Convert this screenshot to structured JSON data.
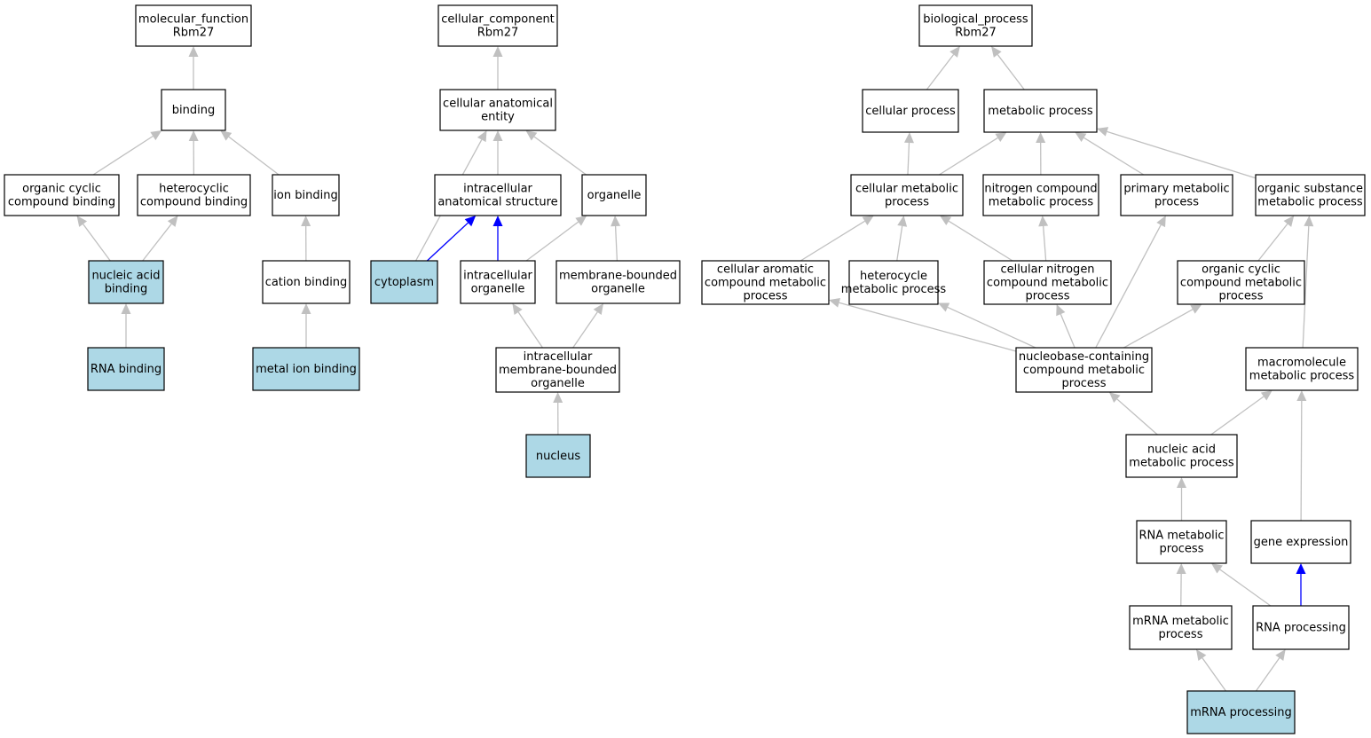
{
  "colors": {
    "highlight_fill": "#add8e6",
    "plain_fill": "#ffffff",
    "edge_gray": "#c0c0c0",
    "edge_blue": "#0000ff"
  },
  "nodes": [
    {
      "id": "mf",
      "lines": [
        "molecular_function",
        "Rbm27"
      ],
      "highlight": false
    },
    {
      "id": "binding",
      "lines": [
        "binding"
      ],
      "highlight": false
    },
    {
      "id": "ocb",
      "lines": [
        "organic cyclic",
        "compound binding"
      ],
      "highlight": false
    },
    {
      "id": "hcb",
      "lines": [
        "heterocyclic",
        "compound binding"
      ],
      "highlight": false
    },
    {
      "id": "ionb",
      "lines": [
        "ion binding"
      ],
      "highlight": false
    },
    {
      "id": "nab",
      "lines": [
        "nucleic acid",
        "binding"
      ],
      "highlight": true
    },
    {
      "id": "catb",
      "lines": [
        "cation binding"
      ],
      "highlight": false
    },
    {
      "id": "rnab",
      "lines": [
        "RNA binding"
      ],
      "highlight": true
    },
    {
      "id": "mib",
      "lines": [
        "metal ion binding"
      ],
      "highlight": true
    },
    {
      "id": "cc",
      "lines": [
        "cellular_component",
        "Rbm27"
      ],
      "highlight": false
    },
    {
      "id": "cae",
      "lines": [
        "cellular anatomical",
        "entity"
      ],
      "highlight": false
    },
    {
      "id": "ias",
      "lines": [
        "intracellular",
        "anatomical structure"
      ],
      "highlight": false
    },
    {
      "id": "org",
      "lines": [
        "organelle"
      ],
      "highlight": false
    },
    {
      "id": "cyto",
      "lines": [
        "cytoplasm"
      ],
      "highlight": true
    },
    {
      "id": "iorg",
      "lines": [
        "intracellular",
        "organelle"
      ],
      "highlight": false
    },
    {
      "id": "mbo",
      "lines": [
        "membrane-bounded",
        "organelle"
      ],
      "highlight": false
    },
    {
      "id": "imbo",
      "lines": [
        "intracellular",
        "membrane-bounded",
        "organelle"
      ],
      "highlight": false
    },
    {
      "id": "nuc",
      "lines": [
        "nucleus"
      ],
      "highlight": true
    },
    {
      "id": "bp",
      "lines": [
        "biological_process",
        "Rbm27"
      ],
      "highlight": false
    },
    {
      "id": "cp",
      "lines": [
        "cellular process"
      ],
      "highlight": false
    },
    {
      "id": "mp",
      "lines": [
        "metabolic process"
      ],
      "highlight": false
    },
    {
      "id": "cmp",
      "lines": [
        "cellular metabolic",
        "process"
      ],
      "highlight": false
    },
    {
      "id": "ncmp",
      "lines": [
        "nitrogen compound",
        "metabolic process"
      ],
      "highlight": false
    },
    {
      "id": "pmp",
      "lines": [
        "primary metabolic",
        "process"
      ],
      "highlight": false
    },
    {
      "id": "osmp",
      "lines": [
        "organic substance",
        "metabolic process"
      ],
      "highlight": false
    },
    {
      "id": "cacmp",
      "lines": [
        "cellular aromatic",
        "compound metabolic",
        "process"
      ],
      "highlight": false
    },
    {
      "id": "hmp",
      "lines": [
        "heterocycle",
        "metabolic process"
      ],
      "highlight": false
    },
    {
      "id": "cncmp",
      "lines": [
        "cellular nitrogen",
        "compound metabolic",
        "process"
      ],
      "highlight": false
    },
    {
      "id": "occmp",
      "lines": [
        "organic cyclic",
        "compound metabolic",
        "process"
      ],
      "highlight": false
    },
    {
      "id": "nbccmp",
      "lines": [
        "nucleobase-containing",
        "compound metabolic",
        "process"
      ],
      "highlight": false
    },
    {
      "id": "mmp",
      "lines": [
        "macromolecule",
        "metabolic process"
      ],
      "highlight": false
    },
    {
      "id": "namp",
      "lines": [
        "nucleic acid",
        "metabolic process"
      ],
      "highlight": false
    },
    {
      "id": "rnamp",
      "lines": [
        "RNA metabolic",
        "process"
      ],
      "highlight": false
    },
    {
      "id": "ge",
      "lines": [
        "gene expression"
      ],
      "highlight": false
    },
    {
      "id": "mrnamp",
      "lines": [
        "mRNA metabolic",
        "process"
      ],
      "highlight": false
    },
    {
      "id": "rnap",
      "lines": [
        "RNA processing"
      ],
      "highlight": false
    },
    {
      "id": "mrnap",
      "lines": [
        "mRNA processing"
      ],
      "highlight": true
    }
  ],
  "edges": [
    {
      "from": "binding",
      "to": "mf",
      "color": "gray"
    },
    {
      "from": "ocb",
      "to": "binding",
      "color": "gray"
    },
    {
      "from": "hcb",
      "to": "binding",
      "color": "gray"
    },
    {
      "from": "ionb",
      "to": "binding",
      "color": "gray"
    },
    {
      "from": "nab",
      "to": "ocb",
      "color": "gray"
    },
    {
      "from": "nab",
      "to": "hcb",
      "color": "gray"
    },
    {
      "from": "catb",
      "to": "ionb",
      "color": "gray"
    },
    {
      "from": "rnab",
      "to": "nab",
      "color": "gray"
    },
    {
      "from": "mib",
      "to": "catb",
      "color": "gray"
    },
    {
      "from": "cae",
      "to": "cc",
      "color": "gray"
    },
    {
      "from": "ias",
      "to": "cae",
      "color": "gray"
    },
    {
      "from": "org",
      "to": "cae",
      "color": "gray"
    },
    {
      "from": "cyto",
      "to": "cae",
      "color": "gray"
    },
    {
      "from": "cyto",
      "to": "ias",
      "color": "blue"
    },
    {
      "from": "iorg",
      "to": "ias",
      "color": "blue"
    },
    {
      "from": "iorg",
      "to": "org",
      "color": "gray"
    },
    {
      "from": "mbo",
      "to": "org",
      "color": "gray"
    },
    {
      "from": "imbo",
      "to": "iorg",
      "color": "gray"
    },
    {
      "from": "imbo",
      "to": "mbo",
      "color": "gray"
    },
    {
      "from": "nuc",
      "to": "imbo",
      "color": "gray"
    },
    {
      "from": "cp",
      "to": "bp",
      "color": "gray"
    },
    {
      "from": "mp",
      "to": "bp",
      "color": "gray"
    },
    {
      "from": "cmp",
      "to": "cp",
      "color": "gray"
    },
    {
      "from": "cmp",
      "to": "mp",
      "color": "gray"
    },
    {
      "from": "ncmp",
      "to": "mp",
      "color": "gray"
    },
    {
      "from": "pmp",
      "to": "mp",
      "color": "gray"
    },
    {
      "from": "osmp",
      "to": "mp",
      "color": "gray"
    },
    {
      "from": "cacmp",
      "to": "cmp",
      "color": "gray"
    },
    {
      "from": "hmp",
      "to": "cmp",
      "color": "gray"
    },
    {
      "from": "cncmp",
      "to": "cmp",
      "color": "gray"
    },
    {
      "from": "cncmp",
      "to": "ncmp",
      "color": "gray"
    },
    {
      "from": "occmp",
      "to": "osmp",
      "color": "gray"
    },
    {
      "from": "nbccmp",
      "to": "cacmp",
      "color": "gray"
    },
    {
      "from": "nbccmp",
      "to": "hmp",
      "color": "gray"
    },
    {
      "from": "nbccmp",
      "to": "cncmp",
      "color": "gray"
    },
    {
      "from": "nbccmp",
      "to": "occmp",
      "color": "gray"
    },
    {
      "from": "nbccmp",
      "to": "pmp",
      "color": "gray"
    },
    {
      "from": "mmp",
      "to": "osmp",
      "color": "gray"
    },
    {
      "from": "namp",
      "to": "nbccmp",
      "color": "gray"
    },
    {
      "from": "namp",
      "to": "mmp",
      "color": "gray"
    },
    {
      "from": "rnamp",
      "to": "namp",
      "color": "gray"
    },
    {
      "from": "ge",
      "to": "mmp",
      "color": "gray"
    },
    {
      "from": "mrnamp",
      "to": "rnamp",
      "color": "gray"
    },
    {
      "from": "rnap",
      "to": "rnamp",
      "color": "gray"
    },
    {
      "from": "rnap",
      "to": "ge",
      "color": "blue"
    },
    {
      "from": "mrnap",
      "to": "mrnamp",
      "color": "gray"
    },
    {
      "from": "mrnap",
      "to": "rnap",
      "color": "gray"
    }
  ]
}
